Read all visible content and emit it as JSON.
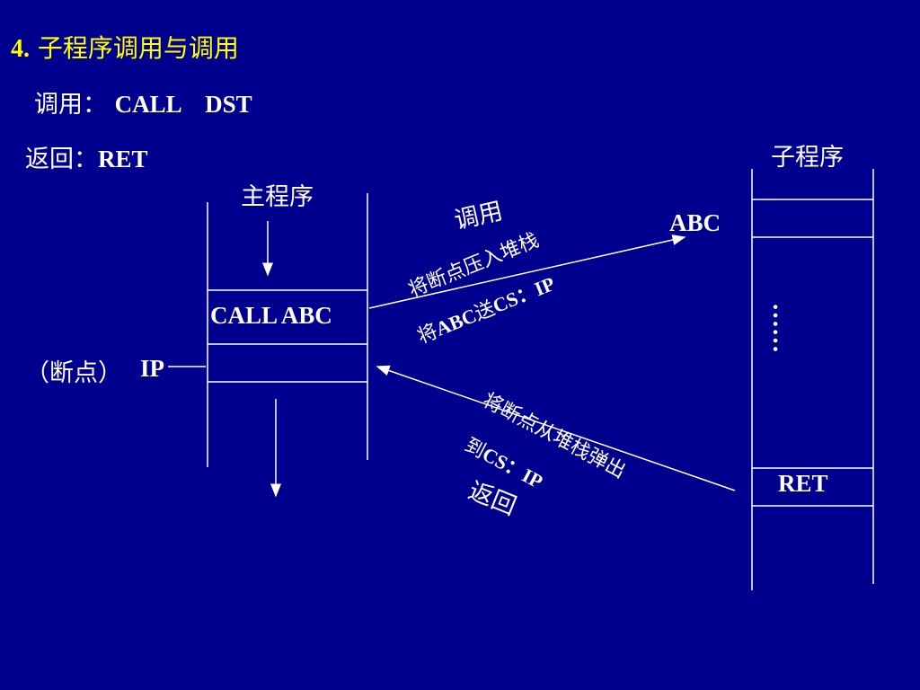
{
  "title": {
    "num": "4.",
    "text": "子程序调用与调用"
  },
  "call_line": {
    "label": "调用：",
    "syntax": "CALL    DST"
  },
  "ret_line": {
    "label": "返回：",
    "syntax": "RET"
  },
  "main": {
    "label": "主程序",
    "call_instr": "CALL  ABC",
    "breakpoint_label": "（断点）",
    "ip_label": "IP"
  },
  "sub": {
    "label": "子程序",
    "entry": "ABC",
    "dots": "……",
    "ret_instr": "RET"
  },
  "call_arrow": {
    "label": "调用",
    "note1": "将断点压入堆栈",
    "note2_prefix": "将",
    "note2_mid": "ABC",
    "note2_cjk": "送",
    "note2_end": "CS：IP"
  },
  "ret_arrow": {
    "label": "返回",
    "note1": "将断点从堆栈弹出",
    "note2_cjk": "到",
    "note2_end": "CS：IP"
  },
  "colors": {
    "background": "#00008f",
    "title": "#ffff00",
    "text": "#ffffff"
  }
}
